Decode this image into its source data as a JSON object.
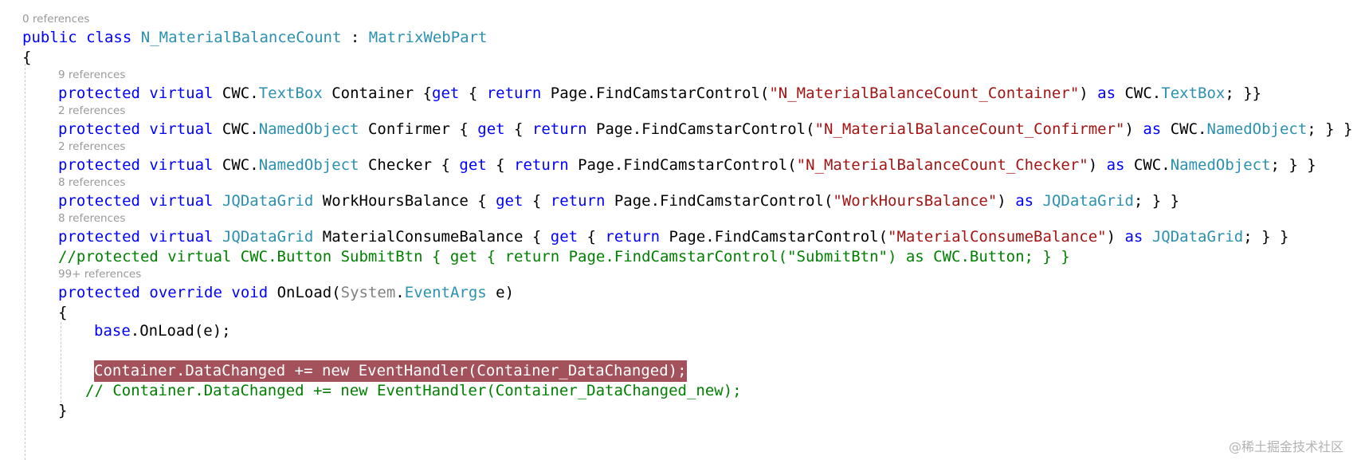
{
  "editor": {
    "lines": [
      {
        "type": "refs",
        "text": "0 references"
      },
      {
        "type": "code",
        "tokens": [
          {
            "t": "public",
            "c": "kw"
          },
          {
            "t": " "
          },
          {
            "t": "class",
            "c": "kw"
          },
          {
            "t": " "
          },
          {
            "t": "N_MaterialBalanceCount",
            "c": "ty"
          },
          {
            "t": " : "
          },
          {
            "t": "MatrixWebPart",
            "c": "ty"
          }
        ]
      },
      {
        "type": "code",
        "tokens": [
          {
            "t": "{"
          }
        ]
      },
      {
        "type": "refs",
        "text": "9 references"
      },
      {
        "type": "code",
        "tokens": [
          {
            "t": "protected",
            "c": "kw"
          },
          {
            "t": " "
          },
          {
            "t": "virtual",
            "c": "kw"
          },
          {
            "t": " CWC."
          },
          {
            "t": "TextBox",
            "c": "ty"
          },
          {
            "t": " Container {"
          },
          {
            "t": "get",
            "c": "kw"
          },
          {
            "t": " { "
          },
          {
            "t": "return",
            "c": "kw"
          },
          {
            "t": " Page.FindCamstarControl("
          },
          {
            "t": "\"N_MaterialBalanceCount_Container\"",
            "c": "str"
          },
          {
            "t": ") "
          },
          {
            "t": "as",
            "c": "kw"
          },
          {
            "t": " CWC."
          },
          {
            "t": "TextBox",
            "c": "ty"
          },
          {
            "t": "; }}"
          }
        ]
      },
      {
        "type": "refs",
        "text": "2 references"
      },
      {
        "type": "code",
        "tokens": [
          {
            "t": "protected",
            "c": "kw"
          },
          {
            "t": " "
          },
          {
            "t": "virtual",
            "c": "kw"
          },
          {
            "t": " CWC."
          },
          {
            "t": "NamedObject",
            "c": "ty"
          },
          {
            "t": " Confirmer { "
          },
          {
            "t": "get",
            "c": "kw"
          },
          {
            "t": " { "
          },
          {
            "t": "return",
            "c": "kw"
          },
          {
            "t": " Page.FindCamstarControl("
          },
          {
            "t": "\"N_MaterialBalanceCount_Confirmer\"",
            "c": "str"
          },
          {
            "t": ") "
          },
          {
            "t": "as",
            "c": "kw"
          },
          {
            "t": " CWC."
          },
          {
            "t": "NamedObject",
            "c": "ty"
          },
          {
            "t": "; } }"
          }
        ]
      },
      {
        "type": "refs",
        "text": "2 references"
      },
      {
        "type": "code",
        "tokens": [
          {
            "t": "protected",
            "c": "kw"
          },
          {
            "t": " "
          },
          {
            "t": "virtual",
            "c": "kw"
          },
          {
            "t": " CWC."
          },
          {
            "t": "NamedObject",
            "c": "ty"
          },
          {
            "t": " Checker { "
          },
          {
            "t": "get",
            "c": "kw"
          },
          {
            "t": " { "
          },
          {
            "t": "return",
            "c": "kw"
          },
          {
            "t": " Page.FindCamstarControl("
          },
          {
            "t": "\"N_MaterialBalanceCount_Checker\"",
            "c": "str"
          },
          {
            "t": ") "
          },
          {
            "t": "as",
            "c": "kw"
          },
          {
            "t": " CWC."
          },
          {
            "t": "NamedObject",
            "c": "ty"
          },
          {
            "t": "; } }"
          }
        ]
      },
      {
        "type": "refs",
        "text": "8 references"
      },
      {
        "type": "code",
        "tokens": [
          {
            "t": "protected",
            "c": "kw"
          },
          {
            "t": " "
          },
          {
            "t": "virtual",
            "c": "kw"
          },
          {
            "t": " "
          },
          {
            "t": "JQDataGrid",
            "c": "ty"
          },
          {
            "t": " WorkHoursBalance { "
          },
          {
            "t": "get",
            "c": "kw"
          },
          {
            "t": " { "
          },
          {
            "t": "return",
            "c": "kw"
          },
          {
            "t": " Page.FindCamstarControl("
          },
          {
            "t": "\"WorkHoursBalance\"",
            "c": "str"
          },
          {
            "t": ") "
          },
          {
            "t": "as",
            "c": "kw"
          },
          {
            "t": " "
          },
          {
            "t": "JQDataGrid",
            "c": "ty"
          },
          {
            "t": "; } }"
          }
        ]
      },
      {
        "type": "refs",
        "text": "8 references"
      },
      {
        "type": "code",
        "tokens": [
          {
            "t": "protected",
            "c": "kw"
          },
          {
            "t": " "
          },
          {
            "t": "virtual",
            "c": "kw"
          },
          {
            "t": " "
          },
          {
            "t": "JQDataGrid",
            "c": "ty"
          },
          {
            "t": " MaterialConsumeBalance { "
          },
          {
            "t": "get",
            "c": "kw"
          },
          {
            "t": " { "
          },
          {
            "t": "return",
            "c": "kw"
          },
          {
            "t": " Page.FindCamstarControl("
          },
          {
            "t": "\"MaterialConsumeBalance\"",
            "c": "str"
          },
          {
            "t": ") "
          },
          {
            "t": "as",
            "c": "kw"
          },
          {
            "t": " "
          },
          {
            "t": "JQDataGrid",
            "c": "ty"
          },
          {
            "t": "; } }"
          }
        ]
      },
      {
        "type": "code",
        "tokens": [
          {
            "t": "//protected virtual CWC.Button SubmitBtn { get { return Page.FindCamstarControl(\"SubmitBtn\") as CWC.Button; } }",
            "c": "cm"
          }
        ]
      },
      {
        "type": "refs",
        "text": "99+ references"
      },
      {
        "type": "code",
        "tokens": [
          {
            "t": "protected",
            "c": "kw"
          },
          {
            "t": " "
          },
          {
            "t": "override",
            "c": "kw"
          },
          {
            "t": " "
          },
          {
            "t": "void",
            "c": "kw"
          },
          {
            "t": " OnLoad("
          },
          {
            "t": "System",
            "c": "gr"
          },
          {
            "t": "."
          },
          {
            "t": "EventArgs",
            "c": "ty"
          },
          {
            "t": " e)"
          }
        ]
      },
      {
        "type": "code",
        "tokens": [
          {
            "t": "{"
          }
        ]
      },
      {
        "type": "code",
        "tokens": [
          {
            "t": "base",
            "c": "kw"
          },
          {
            "t": ".OnLoad(e);"
          }
        ]
      },
      {
        "type": "code",
        "tokens": [
          {
            "t": "Container.DataChanged += new EventHandler(Container_DataChanged);",
            "c": "hl"
          }
        ]
      },
      {
        "type": "code",
        "tokens": [
          {
            "t": "// Container.DataChanged += new EventHandler(Container_DataChanged_new);",
            "c": "cm"
          }
        ]
      },
      {
        "type": "code",
        "tokens": [
          {
            "t": "}"
          }
        ]
      }
    ],
    "watermark": "@稀土掘金技术社区"
  }
}
